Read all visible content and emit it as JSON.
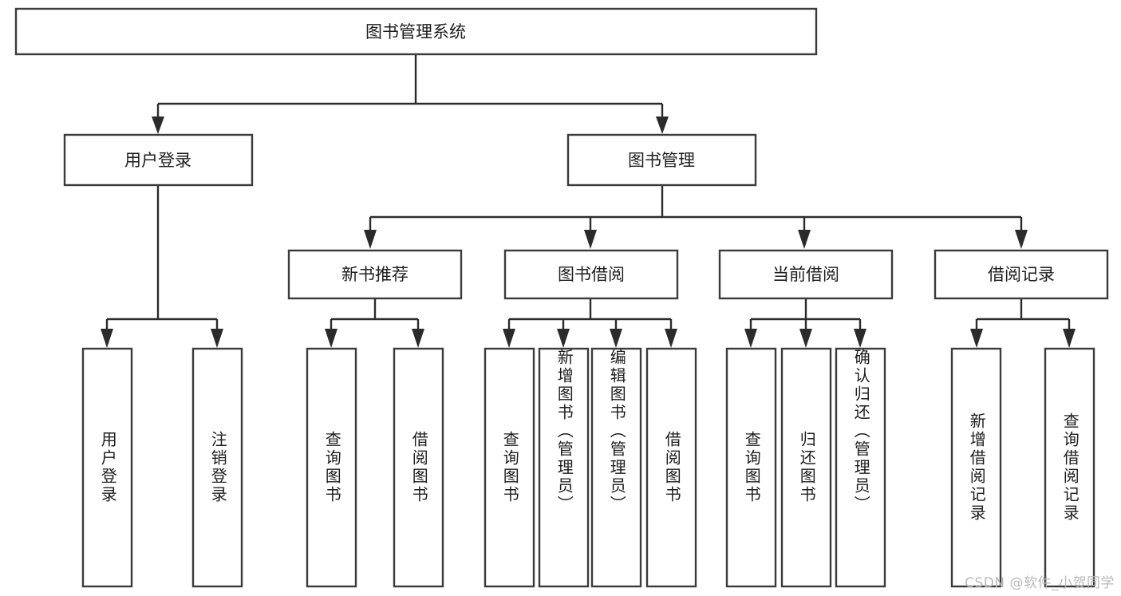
{
  "diagram": {
    "type": "tree",
    "title": "图书管理系统",
    "watermark": "CSDN @软件_小贺同学",
    "colors": {
      "box_stroke": "#3b3b3b",
      "connector": "#2b2b2b",
      "background": "#ffffff",
      "text": "#1d1d1d",
      "watermark": "#b9b9b9"
    },
    "root": {
      "label": "图书管理系统"
    },
    "level2": [
      {
        "label": "用户登录"
      },
      {
        "label": "图书管理"
      }
    ],
    "level3": [
      {
        "label": "新书推荐"
      },
      {
        "label": "图书借阅"
      },
      {
        "label": "当前借阅"
      },
      {
        "label": "借阅记录"
      }
    ],
    "leaves": {
      "user_login": [
        {
          "label": "用户登录"
        },
        {
          "label": "注销登录"
        }
      ],
      "new_book_recommend": [
        {
          "label": "查询图书"
        },
        {
          "label": "借阅图书"
        }
      ],
      "book_borrow": [
        {
          "label": "查询图书"
        },
        {
          "label": "新增图书（管理员）"
        },
        {
          "label": "编辑图书（管理员）"
        },
        {
          "label": "借阅图书"
        }
      ],
      "current_borrow": [
        {
          "label": "查询图书"
        },
        {
          "label": "归还图书"
        },
        {
          "label": "确认归还（管理员）"
        }
      ],
      "borrow_record": [
        {
          "label": "新增借阅记录"
        },
        {
          "label": "查询借阅记录"
        }
      ]
    },
    "edges": [
      {
        "from": "图书管理系统",
        "to": "用户登录"
      },
      {
        "from": "图书管理系统",
        "to": "图书管理"
      },
      {
        "from": "图书管理",
        "to": "新书推荐"
      },
      {
        "from": "图书管理",
        "to": "图书借阅"
      },
      {
        "from": "图书管理",
        "to": "当前借阅"
      },
      {
        "from": "图书管理",
        "to": "借阅记录"
      },
      {
        "from": "用户登录",
        "to": "用户登录"
      },
      {
        "from": "用户登录",
        "to": "注销登录"
      },
      {
        "from": "新书推荐",
        "to": "查询图书"
      },
      {
        "from": "新书推荐",
        "to": "借阅图书"
      },
      {
        "from": "图书借阅",
        "to": "查询图书"
      },
      {
        "from": "图书借阅",
        "to": "新增图书（管理员）"
      },
      {
        "from": "图书借阅",
        "to": "编辑图书（管理员）"
      },
      {
        "from": "图书借阅",
        "to": "借阅图书"
      },
      {
        "from": "当前借阅",
        "to": "查询图书"
      },
      {
        "from": "当前借阅",
        "to": "归还图书"
      },
      {
        "from": "当前借阅",
        "to": "确认归还（管理员）"
      },
      {
        "from": "借阅记录",
        "to": "新增借阅记录"
      },
      {
        "from": "借阅记录",
        "to": "查询借阅记录"
      }
    ]
  }
}
